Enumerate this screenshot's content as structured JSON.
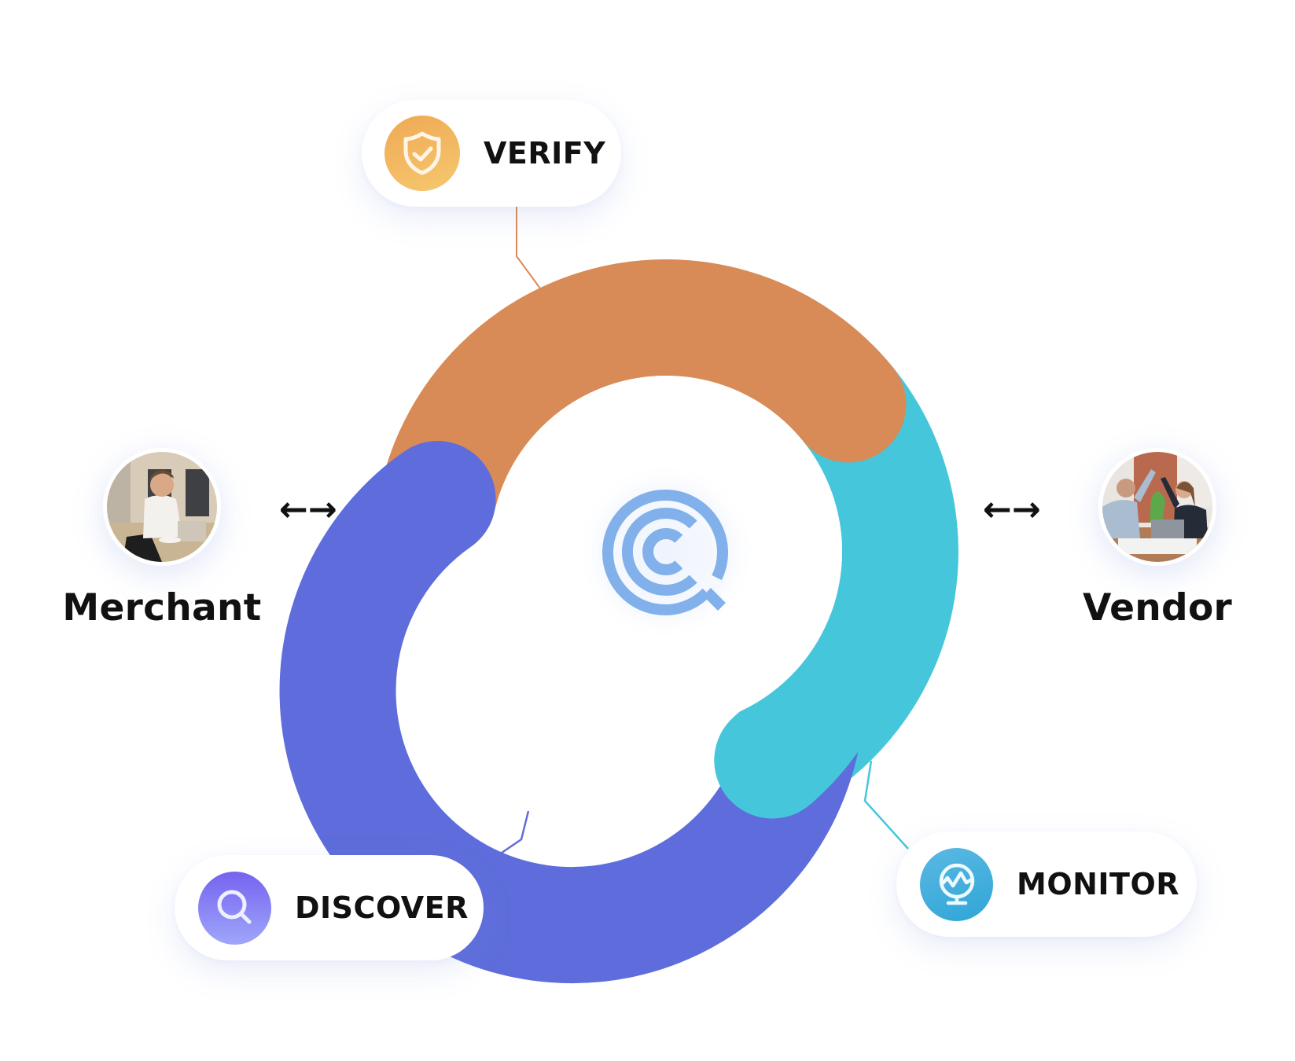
{
  "diagram": {
    "center_logo": "search-c-logo",
    "colors": {
      "verify": "#D98B57",
      "discover": "#5E6DDB",
      "monitor": "#46C6DB",
      "logo": "#82B0EA"
    },
    "steps": [
      {
        "key": "verify",
        "label": "VERIFY",
        "icon": "shield-check-icon",
        "color": "#D98B57"
      },
      {
        "key": "discover",
        "label": "DISCOVER",
        "icon": "search-icon",
        "color": "#5E6DDB"
      },
      {
        "key": "monitor",
        "label": "MONITOR",
        "icon": "monitor-pulse-icon",
        "color": "#46C6DB"
      }
    ],
    "parties": [
      {
        "key": "merchant",
        "label": "Merchant",
        "photo": "man-on-phone-at-laptop"
      },
      {
        "key": "vendor",
        "label": "Vendor",
        "photo": "colleagues-high-five"
      }
    ],
    "connector_glyph": "←→"
  }
}
